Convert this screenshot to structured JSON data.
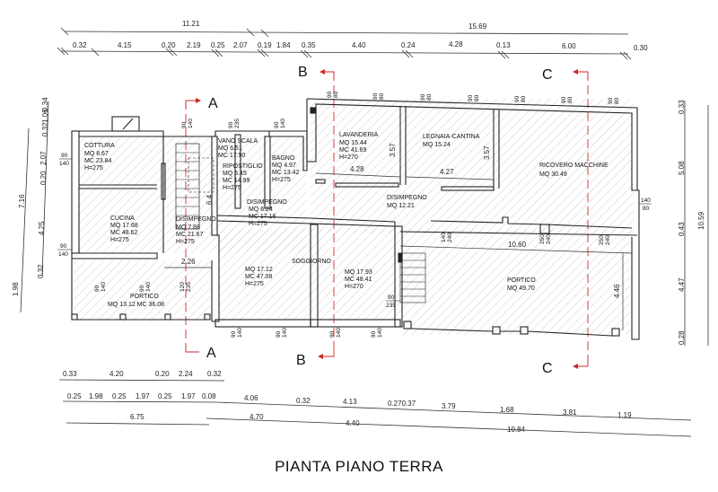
{
  "title": "PIANTA PIANO TERRA",
  "section_markers": [
    "A",
    "B",
    "C"
  ],
  "colors": {
    "section_line": "#cc2a2a",
    "walls": "#222222",
    "hatch": "#9a9a9a"
  },
  "top_dimensions": {
    "overall": [
      "11.21",
      "15.69"
    ],
    "segments": [
      "0.32",
      "4.15",
      "0.20",
      "2.19",
      "0.25",
      "2.07",
      "0.19",
      "1.84",
      "0.35",
      "4.40",
      "0.24",
      "4.28",
      "0.13",
      "6.00",
      "0.30"
    ]
  },
  "bottom_dimensions": {
    "row1": [
      "0.33",
      "4.20",
      "0.20",
      "2.24",
      "0.32"
    ],
    "row2": [
      "0.25",
      "1.98",
      "0.25",
      "1.97",
      "0.25",
      "1.97",
      "0.08",
      "4.06",
      "0.32",
      "4.13",
      "0.270.37",
      "3.79",
      "1.68",
      "3.81",
      "1.19"
    ],
    "row3": [
      "6.75",
      "4.70",
      "4.40",
      "10.84"
    ]
  },
  "left_dimensions": {
    "outer": [
      "7.16",
      "1.98"
    ],
    "inner": [
      "0.34",
      "1.06",
      "0.32",
      "2.07",
      "0.20",
      "4.25",
      "0.32"
    ]
  },
  "right_dimensions": {
    "inner": [
      "0.33",
      "5.08",
      "0.43",
      "4.47",
      "0.28"
    ],
    "overall": "10.59"
  },
  "rooms": [
    {
      "name": "COTTURA",
      "lines": [
        "MQ  8.67",
        "MC  23.84",
        "H=275"
      ]
    },
    {
      "name": "VANO SCALA",
      "lines": [
        "MQ  6.51",
        "MC  17.90"
      ]
    },
    {
      "name": "RIPOSTIGLIO",
      "lines": [
        "MQ  5.45",
        "MC  14.99",
        "H=275"
      ]
    },
    {
      "name": "BAGNO",
      "lines": [
        "MQ  4.97",
        "MC  13.42",
        "H=275"
      ]
    },
    {
      "name": "DISIMPEGNO",
      "lines": [
        "MQ  6.24",
        "MC  17.16",
        "H=275"
      ]
    },
    {
      "name": "LAVANDERIA",
      "lines": [
        "MQ  15.44",
        "MC  41.69",
        "H=270"
      ]
    },
    {
      "name": "LEGNAIA-CANTINA",
      "lines": [
        "MQ  15.24"
      ]
    },
    {
      "name": "RICOVERO  MACCHINE",
      "lines": [
        "MQ  30.49"
      ]
    },
    {
      "name": "DISIMPEGNO",
      "lines": [
        "MQ  12.21"
      ]
    },
    {
      "name": "CUCINA",
      "lines": [
        "MQ  17.68",
        "MC  48.62",
        "H=275"
      ]
    },
    {
      "name": "DISIMPEGNO",
      "lines": [
        "MQ  7.88",
        "MC  21.67",
        "H=275"
      ]
    },
    {
      "name": "SOGGIORNO",
      "lines": []
    },
    {
      "name": "",
      "lines": [
        "MQ  17.12",
        "MC  47.08",
        "H=275"
      ]
    },
    {
      "name": "",
      "lines": [
        "MQ  17.93",
        "MC  48.41",
        "H=270"
      ]
    },
    {
      "name": "PORTICO",
      "lines": [
        "MQ  13.12    MC  36.08"
      ]
    },
    {
      "name": "PORTICO",
      "lines": [
        "MQ  49.70"
      ]
    }
  ],
  "interior_dimensions": [
    "4.28",
    "3.57",
    "4.27",
    "3.57",
    "2.26",
    "10.60",
    "4.46",
    "6.4"
  ],
  "openings": {
    "window_90_140": [
      "90",
      "140"
    ],
    "window_90_235": [
      "90",
      "235"
    ],
    "window_90_80": [
      "90",
      "80"
    ],
    "door_140_80": [
      "140",
      "80"
    ],
    "door_120_235": [
      "120",
      "235"
    ],
    "door_140_240": [
      "140",
      "240"
    ],
    "door_250_240": [
      "250",
      "240"
    ]
  }
}
